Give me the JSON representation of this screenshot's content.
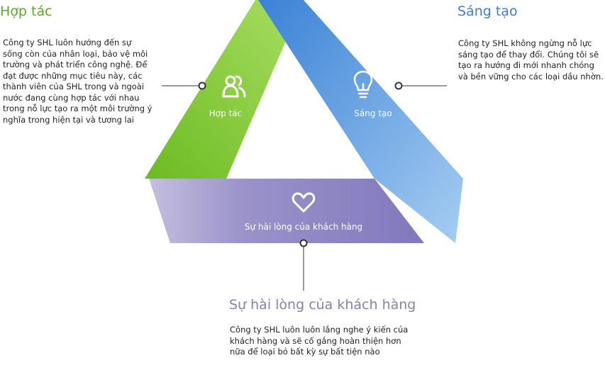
{
  "cooperation": {
    "heading": "Hợp tác",
    "band_label": "Hợp tác",
    "description": "Công ty SHL luôn hướng đến sự sống còn của nhân loại, bảo vệ môi trường và phát triển công nghệ. Để đạt được những mục tiêu này, các thành viên của SHL trong và ngoài nước đang cùng hợp tác với nhau trong nỗ lực tạo ra một môi trường ý nghĩa trong hiện tại và tương lai",
    "icon": "people-icon",
    "color": "#7dc433"
  },
  "innovation": {
    "heading": "Sáng tạo",
    "band_label": "Sáng tạo",
    "description": "Công ty SHL không ngừng nỗ lực sáng tạo để thay đổi. Chúng tôi sẽ tạo ra hướng đi mới nhanh chóng và bền vững cho các loại dầu nhờn.",
    "icon": "lightbulb-icon",
    "color": "#4a90db"
  },
  "satisfaction": {
    "heading": "Sự hài lòng của khách hàng",
    "band_label": "Sự hài lòng của khách hàng",
    "description": "Công ty SHL luôn luôn lắng nghe ý kiến của khách hàng và sẽ cố gắng hoàn thiện hơn nữa để loại bỏ bất kỳ sự bất tiện nào",
    "icon": "heart-icon",
    "color": "#8e86c2"
  }
}
